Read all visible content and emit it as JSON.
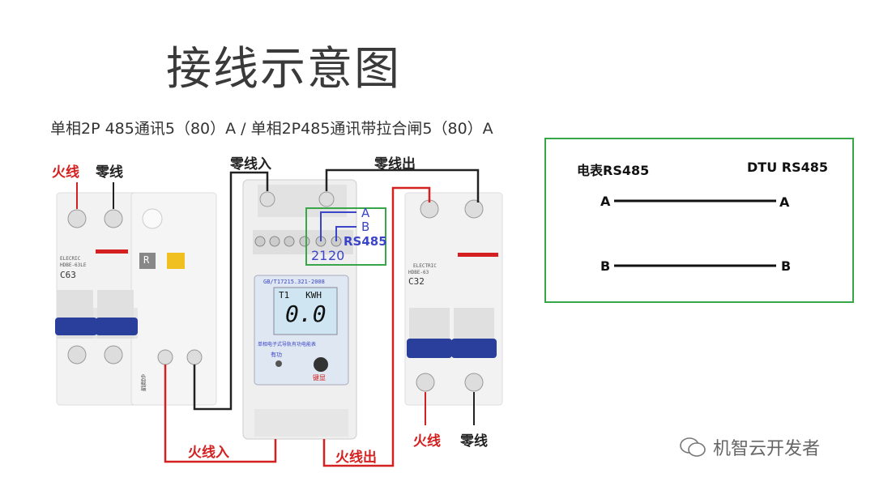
{
  "title": "接线示意图",
  "subtitle": "单相2P 485通讯5（80）A / 单相2P485通讯带拉合闸5（80）A",
  "labels": {
    "fire_wire": "火线",
    "zero_wire": "零线",
    "zero_in": "零线入",
    "zero_out": "零线出",
    "fire_in": "火线入",
    "fire_out": "火线出",
    "fire_wire_right": "火线",
    "zero_wire_right": "零线"
  },
  "left_breaker": {
    "brand": "ELECRIC",
    "model": "HDBE-63LE",
    "rating": "C63",
    "btn_r": "R",
    "legend": "负载端"
  },
  "meter": {
    "standard": "GB/T17215.321-2008",
    "display_top": "T1   KWH",
    "display_value": "0.0",
    "caption": "单相电子式导轨有功电能表",
    "led_label": "有功",
    "key_label": "键显",
    "term_a": "A",
    "term_b": "B",
    "rs485": "RS485",
    "t21": "21",
    "t20": "20"
  },
  "right_breaker": {
    "brand": "ELECTRIC",
    "model": "HDBE-63",
    "rating": "C32"
  },
  "rs485_box": {
    "left_title": "电表RS485",
    "right_title": "DTU RS485",
    "a_left": "A",
    "a_right": "A",
    "b_left": "B",
    "b_right": "B"
  },
  "watermark": "机智云开发者",
  "colors": {
    "red": "#d42020",
    "green": "#3aa64a",
    "blue": "#3b45c8",
    "breaker_blue": "#2a3e9c"
  }
}
